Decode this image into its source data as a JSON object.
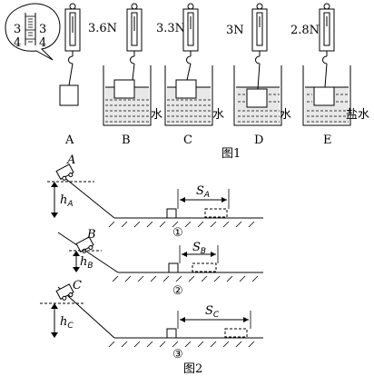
{
  "figure1": {
    "caption": "图1",
    "inset": {
      "scale_top_left": "3",
      "scale_top_right": "3",
      "scale_bottom_left": "4",
      "scale_bottom_right": "4"
    },
    "readings": {
      "B": "3.6N",
      "C": "3.3N",
      "D": "3N",
      "E": "2.8N"
    },
    "liquids": {
      "B": "水",
      "C": "水",
      "D": "水",
      "E": "盐水"
    },
    "labels": [
      "A",
      "B",
      "C",
      "D",
      "E"
    ]
  },
  "figure2": {
    "caption": "图2",
    "trials": [
      {
        "ball": "A",
        "height_main": "h",
        "height_sub": "A",
        "dist_main": "S",
        "dist_sub": "A",
        "number": "①"
      },
      {
        "ball": "B",
        "height_main": "h",
        "height_sub": "B",
        "dist_main": "S",
        "dist_sub": "B",
        "number": "②"
      },
      {
        "ball": "C",
        "height_main": "h",
        "height_sub": "C",
        "dist_main": "S",
        "dist_sub": "C",
        "number": "③"
      }
    ]
  }
}
